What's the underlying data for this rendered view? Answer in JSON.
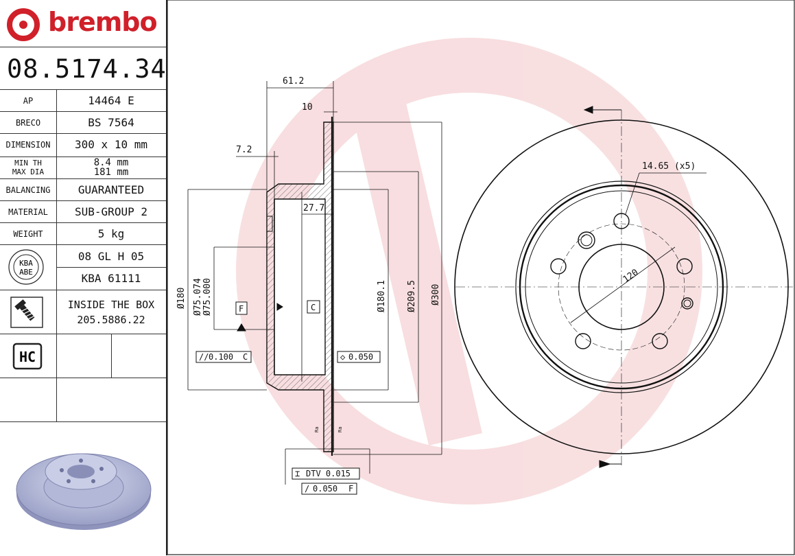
{
  "brand": {
    "name": "brembo",
    "color": "#d0202a"
  },
  "part_number": "08.5174.34",
  "specs": [
    {
      "label": "AP",
      "value": "14464 E"
    },
    {
      "label": "BRECO",
      "value": "BS 7564"
    },
    {
      "label": "DIMENSION",
      "value": "300 x 10 mm"
    },
    {
      "label": "MIN TH\nMAX DIA",
      "value": "8.4 mm\n181 mm"
    },
    {
      "label": "BALANCING",
      "value": "GUARANTEED"
    },
    {
      "label": "MATERIAL",
      "value": "SUB-GROUP 2"
    },
    {
      "label": "WEIGHT",
      "value": "5 kg"
    }
  ],
  "kba": {
    "badge_top": "KBA",
    "badge_bottom": "ABE",
    "line1": "08 GL H 05",
    "line2": "KBA 61111"
  },
  "inside_box": {
    "line1": "INSIDE THE BOX",
    "line2": "205.5886.22"
  },
  "hc_badge": "HC",
  "icons": {
    "kba": "kba-seal-icon",
    "bolt": "screw-icon",
    "hc": "hc-badge-icon",
    "brand": "brembo-logo-icon"
  },
  "dimensions": {
    "overall_width": "61.2",
    "thickness": "10",
    "hat_offset": "7.2",
    "hat_depth": "27.7",
    "dia_180": "Ø180",
    "dia_75_074": "Ø75.074",
    "dia_75_000": "Ø75.000",
    "dia_180_1": "Ø180.1",
    "dia_209_5": "Ø209.5",
    "dia_300": "Ø300",
    "bolt_holes": "14.65 (x5)",
    "pcd": "120",
    "datum_f": "F",
    "datum_c": "C",
    "parallelism": "0.100",
    "parallelism_ref": "C",
    "flatness": "0.050",
    "dtv": "DTV 0.015",
    "runout": "0.050",
    "runout_ref": "F",
    "surface_left": "Ra",
    "surface_right": "Ra"
  }
}
